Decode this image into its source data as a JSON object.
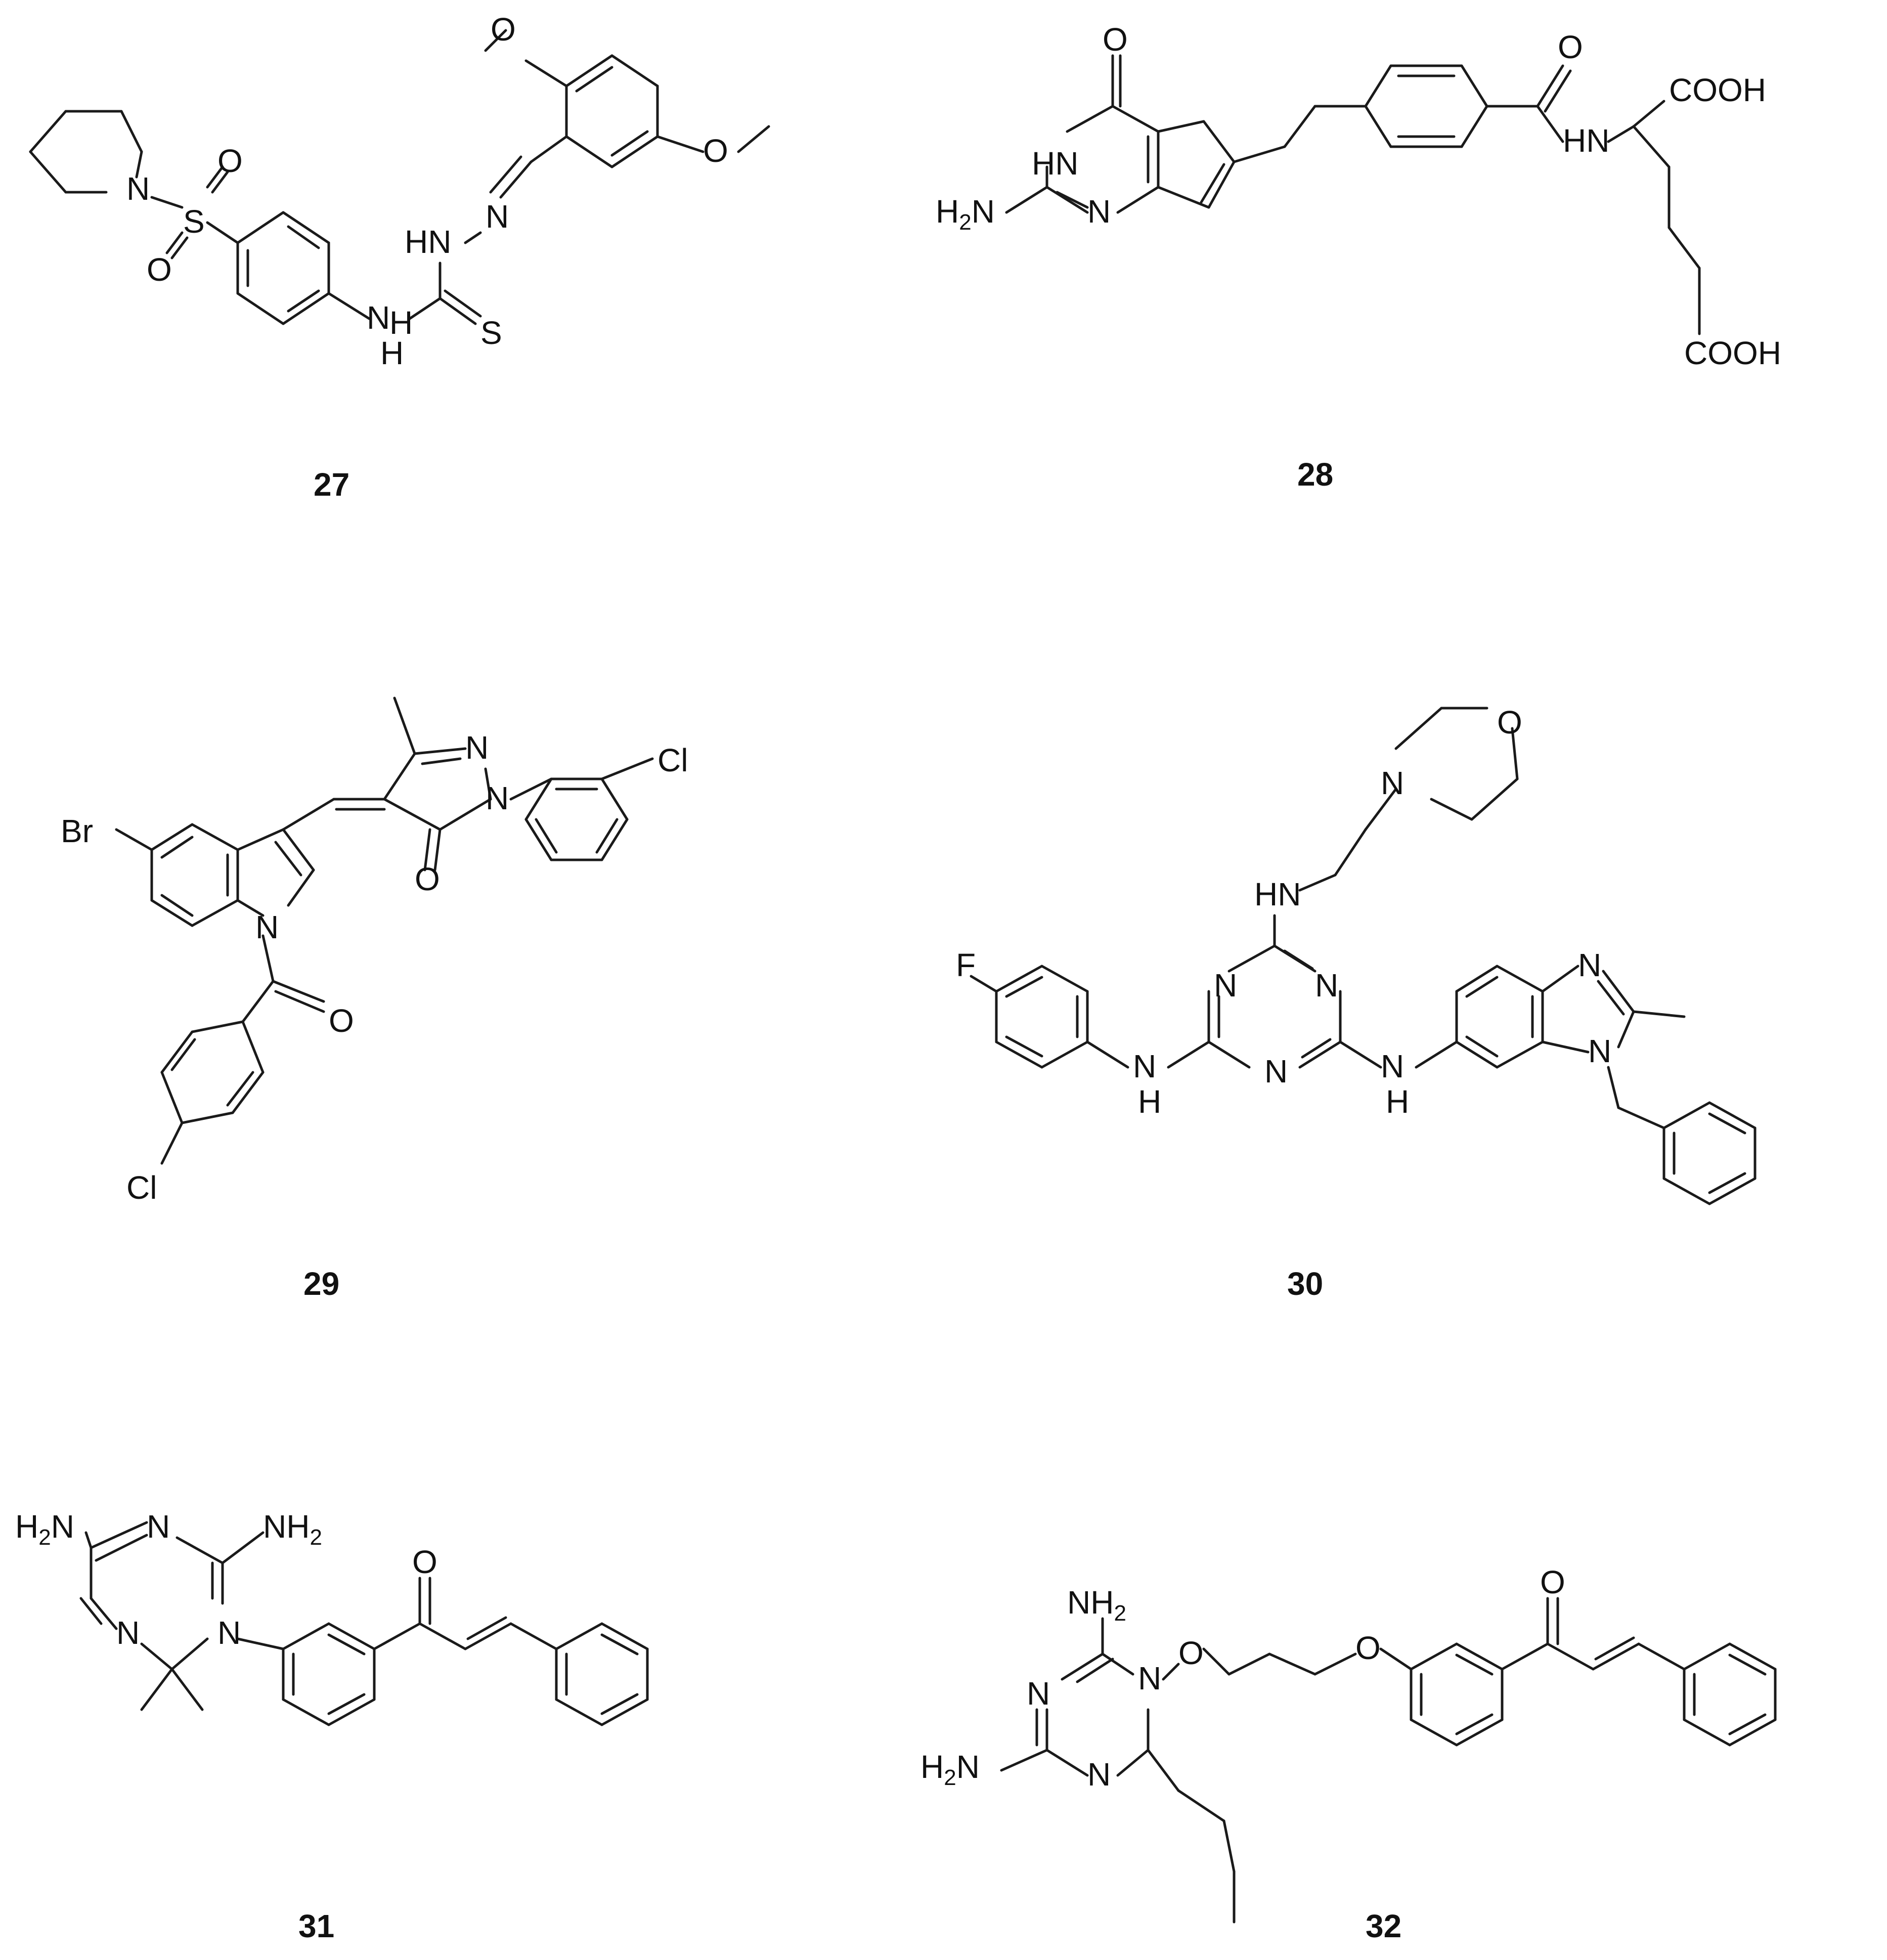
{
  "compounds": [
    {
      "id": "27",
      "atoms": [
        "N",
        "S",
        "O",
        "O",
        "O",
        "O",
        "N",
        "H",
        "S",
        "HN",
        "N",
        "H"
      ],
      "notes": "piperidine sulfonyl phenyl thiosemicarbazone with 2,5-dimethoxybenzylidene"
    },
    {
      "id": "28",
      "atoms": [
        "O",
        "HN",
        "N",
        "H2N",
        "O",
        "HN",
        "COOH",
        "COOH"
      ]
    },
    {
      "id": "29",
      "atoms": [
        "Br",
        "N",
        "O",
        "N",
        "N",
        "O",
        "Cl",
        "Cl"
      ]
    },
    {
      "id": "30",
      "atoms": [
        "F",
        "O",
        "N",
        "HN",
        "N",
        "N",
        "N",
        "H",
        "N",
        "H",
        "N",
        "N"
      ]
    },
    {
      "id": "31",
      "atoms": [
        "H2N",
        "N",
        "NH2",
        "N",
        "N",
        "O"
      ]
    },
    {
      "id": "32",
      "atoms": [
        "NH2",
        "N",
        "N",
        "H2N",
        "N",
        "O",
        "O",
        "O"
      ]
    }
  ],
  "labels": {
    "c27": "27",
    "c28": "28",
    "c29": "29",
    "c30": "30",
    "c31": "31",
    "c32": "32",
    "N": "N",
    "O": "O",
    "S": "S",
    "H": "H",
    "HN": "HN",
    "Br": "Br",
    "Cl": "Cl",
    "F": "F",
    "COOH": "COOH",
    "H2N_H": "H",
    "H2N_2": "2",
    "H2N_N": "N",
    "NH2_N": "NH",
    "NH2_2": "2"
  }
}
